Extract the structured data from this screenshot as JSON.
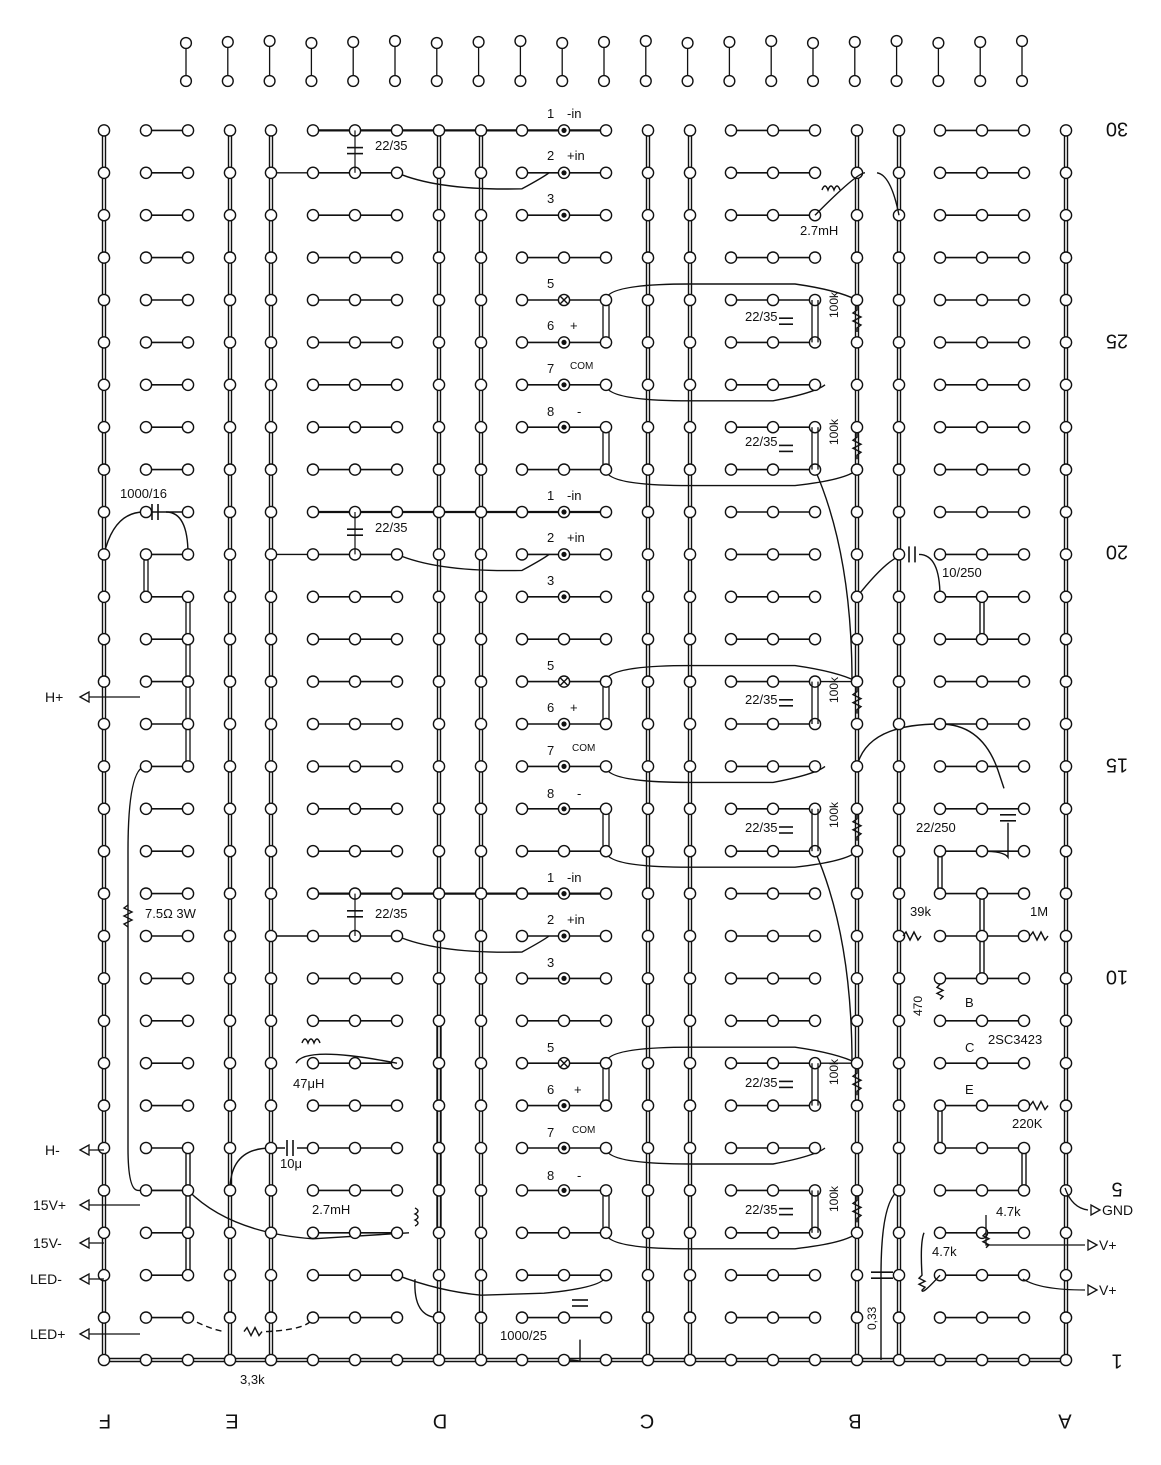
{
  "row_numbers": [
    "30",
    "25",
    "20",
    "15",
    "10",
    "5",
    "1"
  ],
  "column_letters": [
    "F",
    "E",
    "D",
    "C",
    "B",
    "A"
  ],
  "pin_labels": [
    {
      "pin": "1",
      "name": "-in"
    },
    {
      "pin": "2",
      "name": "+in"
    },
    {
      "pin": "3",
      "name": ""
    },
    {
      "pin": "5",
      "name": ""
    },
    {
      "pin": "6",
      "name": "+"
    },
    {
      "pin": "7",
      "name": "COM"
    },
    {
      "pin": "8",
      "name": "-"
    }
  ],
  "component_labels": {
    "c_in": "22/35",
    "c_dec": "22/35",
    "r_load": "100k",
    "inductor_top": "2.7mH",
    "c_bulk_left": "1000/16",
    "c_b20": "10/250",
    "c_b15": "22/250",
    "r_39k": "39k",
    "r_1m": "1M",
    "r_470": "470",
    "q_b": "B",
    "q_c": "C",
    "q_e": "E",
    "q_part": "2SC3423",
    "r_220k": "220K",
    "r_47k_a": "4.7k",
    "r_47k_b": "4.7k",
    "c_033": "0,33",
    "r_75": "7.5Ω 3W",
    "ind_47": "47μH",
    "c_10": "10μ",
    "ind_27": "2.7mH",
    "c_1000_25": "1000/25",
    "r_33k": "3,3k"
  },
  "connectors": {
    "h_plus": "H+",
    "h_minus": "H-",
    "v15_plus": "15V+",
    "v15_minus": "15V-",
    "led_minus": "LED-",
    "led_plus": "LED+",
    "gnd": "GND",
    "v_plus_1": "V+",
    "v_plus_2": "V+"
  }
}
